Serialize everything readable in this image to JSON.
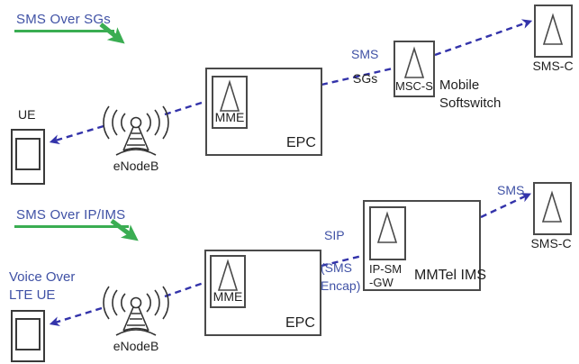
{
  "colors": {
    "heading_blue": "#3f51a5",
    "dash_blue": "#3333aa",
    "green": "#3aad52",
    "text_black": "#1f1f1f",
    "box_border": "#4a4a4a"
  },
  "sms_over_sgs": {
    "heading": "SMS Over SGs",
    "ue_label": "UE",
    "enodeb_label": "eNodeB",
    "mme_label": "MME",
    "epc_label": "EPC",
    "sms_link_label": "SMS",
    "sgs_link_label": "SGs",
    "msc_label": "MSC-S",
    "msc_caption_line1": "Mobile",
    "msc_caption_line2": "Softswitch",
    "smsc_label": "SMS-C"
  },
  "sms_over_ims": {
    "heading": "SMS Over IP/IMS",
    "ue_label_line1": "Voice Over",
    "ue_label_line2": "LTE UE",
    "enodeb_label": "eNodeB",
    "mme_label": "MME",
    "epc_label": "EPC",
    "sip_link_label": "SIP",
    "sip_sub_line1": "(SMS",
    "sip_sub_line2": "Encap)",
    "ipsmgw_label_line1": "IP-SM",
    "ipsmgw_label_line2": "-GW",
    "mmtel_label": "MMTel IMS",
    "sms_link_label": "SMS",
    "smsc_label": "SMS-C"
  }
}
